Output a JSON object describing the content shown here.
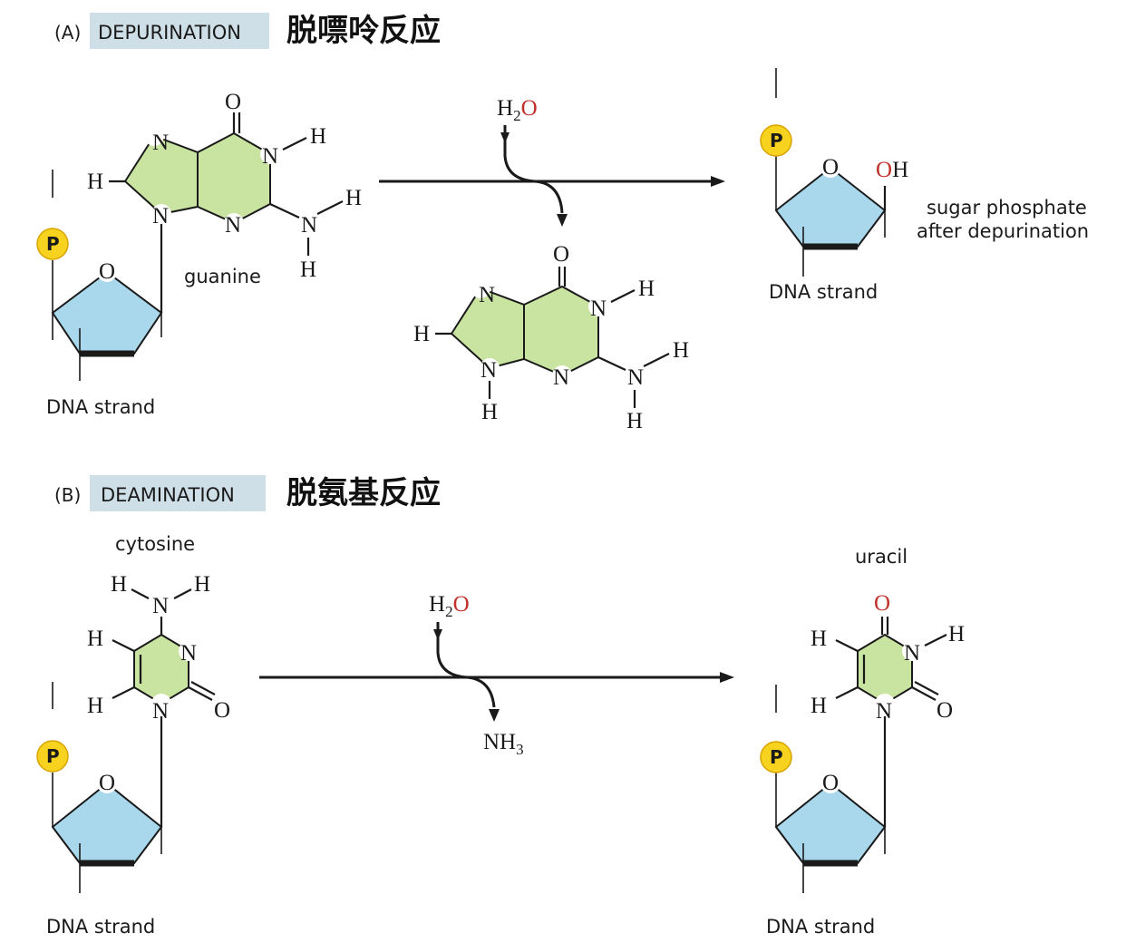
{
  "colors": {
    "ribose": "#a9d8ec",
    "base_ring": "#c9e3a1",
    "phosphate": "#f7d21e",
    "tag_bg": "#cfdfe7",
    "oxygen_red": "#c0312b"
  },
  "panel_a": {
    "letter": "(A)",
    "tag": "DEPURINATION",
    "chinese_title": "脱嘌呤反应",
    "base_label": "guanine",
    "strand_label": "DNA strand",
    "reagent": {
      "main": "H",
      "sub": "2",
      "o": "O"
    },
    "product_label_line1": "sugar phosphate",
    "product_label_line2": "after depurination",
    "product_strand_label": "DNA strand",
    "oh": {
      "o": "O",
      "h": "H"
    }
  },
  "panel_b": {
    "letter": "(B)",
    "tag": "DEAMINATION",
    "chinese_title": "脱氨基反应",
    "base_label": "cytosine",
    "strand_label": "DNA strand",
    "reagent": {
      "main": "H",
      "sub": "2",
      "o": "O"
    },
    "byproduct": {
      "main": "NH",
      "sub": "3"
    },
    "product_label": "uracil",
    "product_strand_label": "DNA strand"
  },
  "atoms": {
    "N": "N",
    "H": "H",
    "O": "O",
    "P": "P"
  }
}
